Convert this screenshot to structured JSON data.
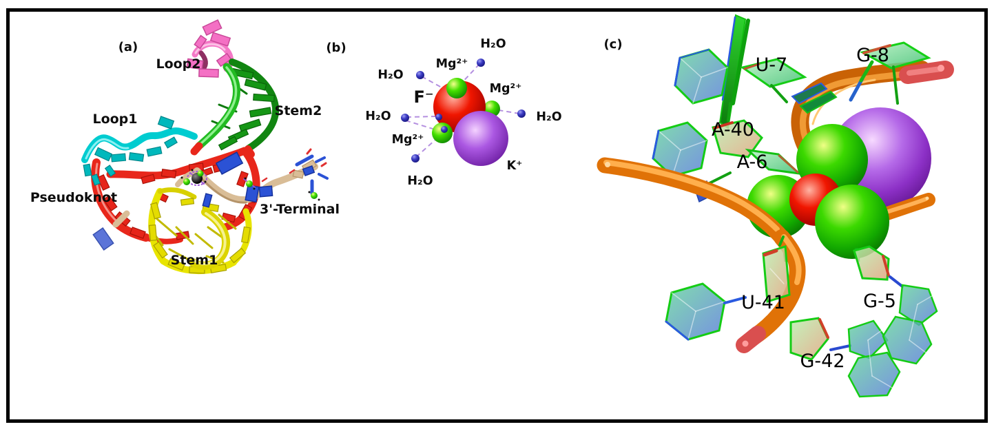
{
  "figure": {
    "type": "molecular-structure-figure",
    "background": "#ffffff",
    "border_color": "#000000",
    "panels": [
      "(a)",
      "(b)",
      "(c)"
    ]
  },
  "panel_a": {
    "label": "(a)",
    "description_visible_text_only": "RNA pseudoknot ribbon structure",
    "annotations": {
      "loop2": "Loop2",
      "stem2": "Stem2",
      "loop1": "Loop1",
      "pseudoknot": "Pseudoknot",
      "stem1": "Stem1",
      "terminal": "3'-Terminal"
    },
    "colors": {
      "loop2_pink": "#f470c4",
      "stem2_green": "#1aa51a",
      "loop1_cyan": "#00ccd0",
      "pseudoknot_red": "#e8271b",
      "stem1_yellow": "#e8e400",
      "terminal_tan": "#d9bd97",
      "base_blue": "#2b52d5",
      "ion_green": "#3ddd00",
      "ion_black": "#000000"
    }
  },
  "panel_b": {
    "label": "(b)",
    "center_ion": "F⁻",
    "cation": "K⁺",
    "magnesium": "Mg²⁺",
    "water": "H₂O",
    "num_water_labels": 5,
    "num_magnesium_labels": 3,
    "colors": {
      "fluoride_red": "#f01600",
      "magnesium_green": "#3ddd00",
      "potassium_purple": "#ab58e2",
      "water_navy": "#2b2b9e",
      "coordination_line": "#b48fe0"
    }
  },
  "panel_c": {
    "label": "(c)",
    "residues": {
      "u7": "U-7",
      "g8": "G-8",
      "a40": "A-40",
      "a6": "A-6",
      "u41": "U-41",
      "g5": "G-5",
      "g42": "G-42"
    },
    "colors": {
      "backbone_orange": "#e07207",
      "backbone_red_tip": "#d94f4f",
      "base_edge_green": "#15cc15",
      "base_fill_teal": "#49c98a",
      "base_edge_blue": "#2a5ae0",
      "sphere_green": "#3cd900",
      "sphere_red": "#f01600",
      "sphere_purple": "#b56ae8"
    }
  }
}
